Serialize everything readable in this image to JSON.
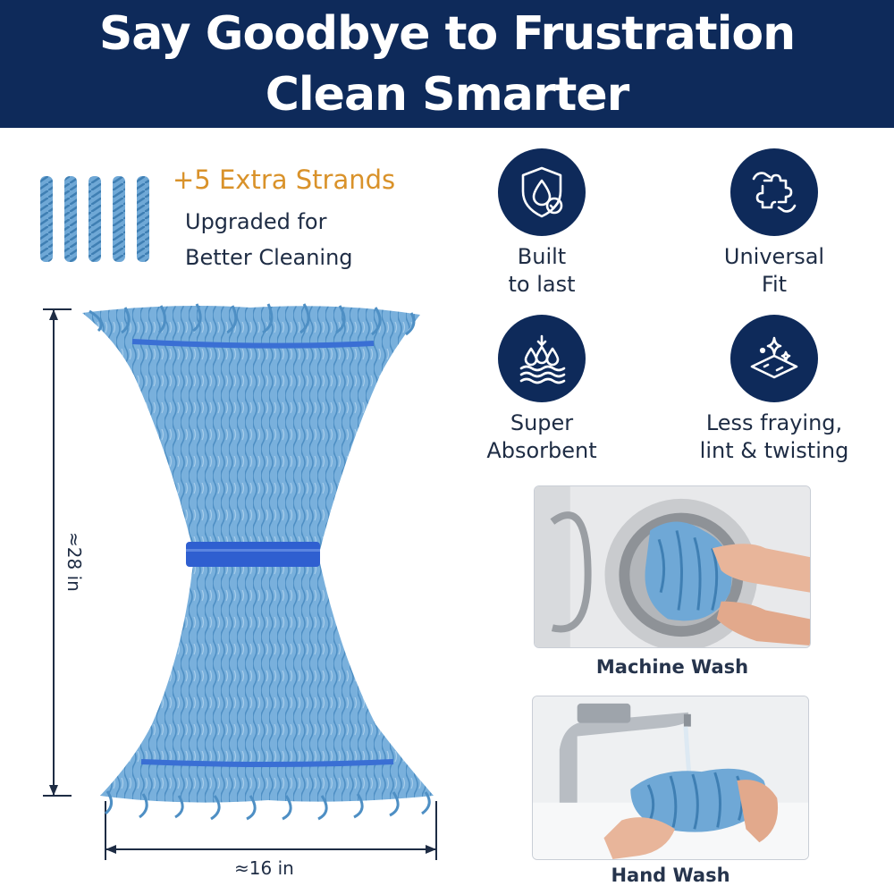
{
  "banner": {
    "line1": "Say Goodbye to Frustration",
    "line2": "Clean Smarter"
  },
  "extra_strands": {
    "title": "+5 Extra Strands",
    "subtitle_line1": "Upgraded for",
    "subtitle_line2": "Better Cleaning",
    "strand_count": 5
  },
  "dimensions": {
    "height": "≈28 in",
    "width": "≈16 in"
  },
  "features": [
    {
      "icon": "shield-drop-icon",
      "line1": "Built",
      "line2": "to last"
    },
    {
      "icon": "puzzle-hands-icon",
      "line1": "Universal",
      "line2": "Fit"
    },
    {
      "icon": "absorb-drops-icon",
      "line1": "Super",
      "line2": "Absorbent"
    },
    {
      "icon": "sparkle-floor-icon",
      "line1": "Less fraying,",
      "line2": "lint & twisting"
    }
  ],
  "wash": {
    "machine_label": "Machine Wash",
    "hand_label": "Hand Wash"
  },
  "colors": {
    "navy": "#0e2a5a",
    "accent_orange": "#d9922a",
    "mop_blue": "#6fa8d6",
    "band_blue": "#2f5fd0"
  }
}
